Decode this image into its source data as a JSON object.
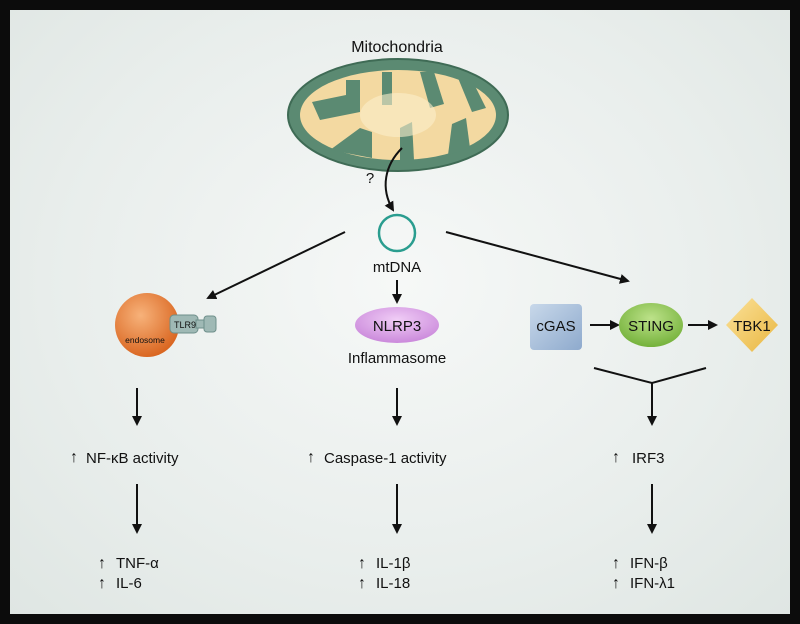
{
  "diagram": {
    "title": "Mitochondria",
    "question_mark": "?",
    "mtdna": "mtDNA",
    "left": {
      "endosome": "endosome",
      "tlr9": "TLR9",
      "activity": "NF-κB activity",
      "out1": "TNF-α",
      "out2": "IL-6"
    },
    "middle": {
      "nlrp3": "NLRP3",
      "inflammasome": "Inflammasome",
      "activity": "Caspase-1 activity",
      "out1": "IL-1β",
      "out2": "IL-18"
    },
    "right": {
      "cgas": "cGAS",
      "sting": "STING",
      "tbk1": "TBK1",
      "activity": "IRF3",
      "out1": "IFN-β",
      "out2": "IFN-λ1"
    },
    "up_arrow": "↑"
  },
  "colors": {
    "mito_outer": "#5b8a72",
    "mito_inner": "#f3d9a1",
    "endosome": "#e8762a",
    "tlr9": "#9fb9b5",
    "nlrp3": "#d79de6",
    "cgas": "#a9c0db",
    "sting": "#86c24a",
    "tbk1": "#f2c95a",
    "mtdna_ring": "#2a9d8f"
  }
}
